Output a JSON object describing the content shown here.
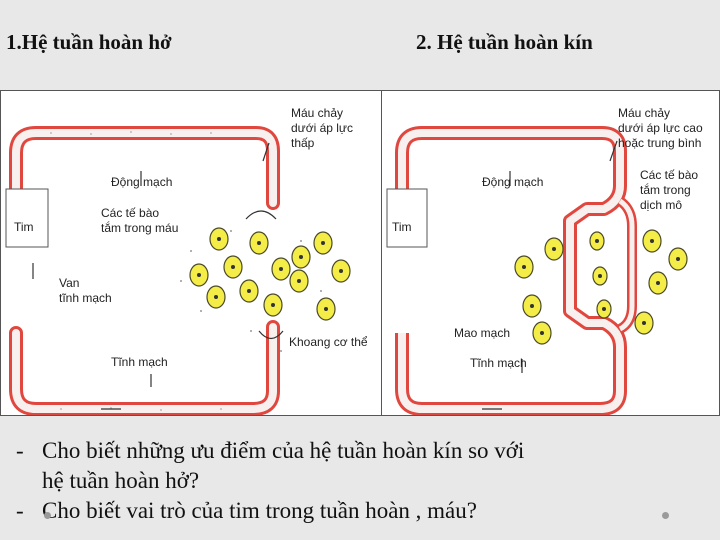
{
  "titles": {
    "open": "1.Hệ tuần hoàn hở",
    "closed": "2. Hệ tuần hoàn kín"
  },
  "open_diagram": {
    "heart": "Tim",
    "blood_flow": [
      "Máu chảy",
      "dưới áp lực",
      "thấp"
    ],
    "artery": "Động mạch",
    "cells": [
      "Các tế bào",
      "tắm trong máu"
    ],
    "valve": [
      "Van",
      "tĩnh mạch"
    ],
    "vein": "Tĩnh mạch",
    "body_cavity": "Khoang cơ thể"
  },
  "closed_diagram": {
    "heart": "Tim",
    "blood_flow": [
      "Máu chảy",
      "dưới áp lực cao",
      "hoặc trung bình"
    ],
    "artery": "Động mạch",
    "cells": [
      "Các tế bào",
      "tắm trong",
      "dịch mô"
    ],
    "capillary": "Mao mạch",
    "vein": "Tĩnh mạch"
  },
  "questions": {
    "dash": "-",
    "q1_line1": "Cho biết những ưu điểm của hệ tuần hoàn kín so với",
    "q1_line2": "hệ tuần hoàn hở?",
    "q2": "Cho biết vai trò của tim trong tuần hoàn , máu?"
  },
  "colors": {
    "vessel": "#e0473f",
    "cell_fill": "#f4ec47",
    "cell_stroke": "#4a4a2a",
    "background": "#e8e8e8"
  }
}
